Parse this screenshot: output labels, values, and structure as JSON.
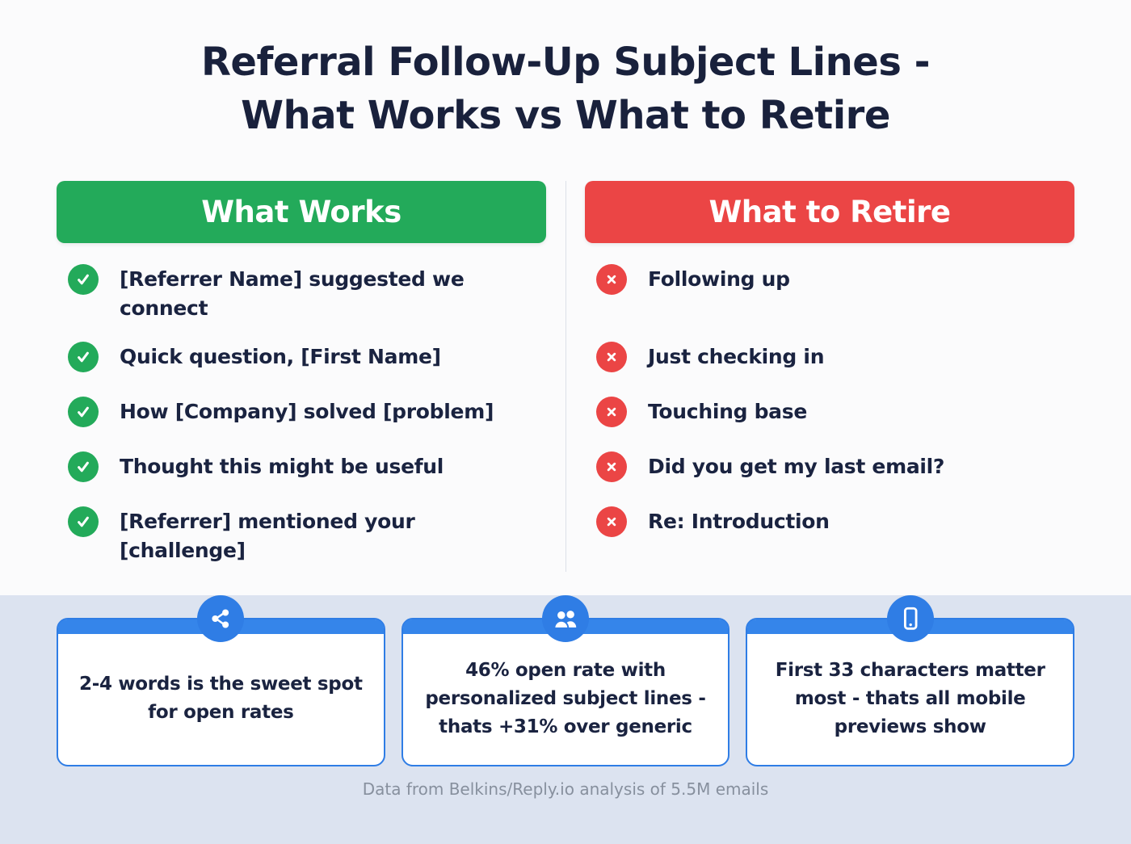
{
  "title": {
    "line1": "Referral Follow-Up Subject Lines -",
    "line2": "What Works vs What to Retire"
  },
  "colors": {
    "green": "#23AA5A",
    "red": "#EB4545",
    "blue_accent": "#2F7DE5",
    "dark_navy_text": "#1A2340",
    "bottom_background": "#DCE3F0",
    "footer_gray": "#87909E"
  },
  "works": {
    "header": "What Works",
    "icon": "check-icon",
    "items": [
      "[Referrer Name] suggested we connect",
      "Quick question, [First Name]",
      "How [Company] solved [problem]",
      "Thought this might be useful",
      "[Referrer] mentioned your [challenge]"
    ]
  },
  "retire": {
    "header": "What to Retire",
    "icon": "x-icon",
    "items": [
      "Following up",
      "Just checking in",
      "Touching base",
      "Did you get my last email?",
      "Re: Introduction"
    ]
  },
  "stats": [
    {
      "icon": "share-icon",
      "text": "2-4 words is the sweet spot for open rates"
    },
    {
      "icon": "users-icon",
      "text": "46% open rate with personalized subject lines - thats +31% over generic"
    },
    {
      "icon": "phone-icon",
      "text": "First 33 characters matter most - thats all mobile previews show"
    }
  ],
  "footer": "Data from Belkins/Reply.io analysis of 5.5M emails"
}
